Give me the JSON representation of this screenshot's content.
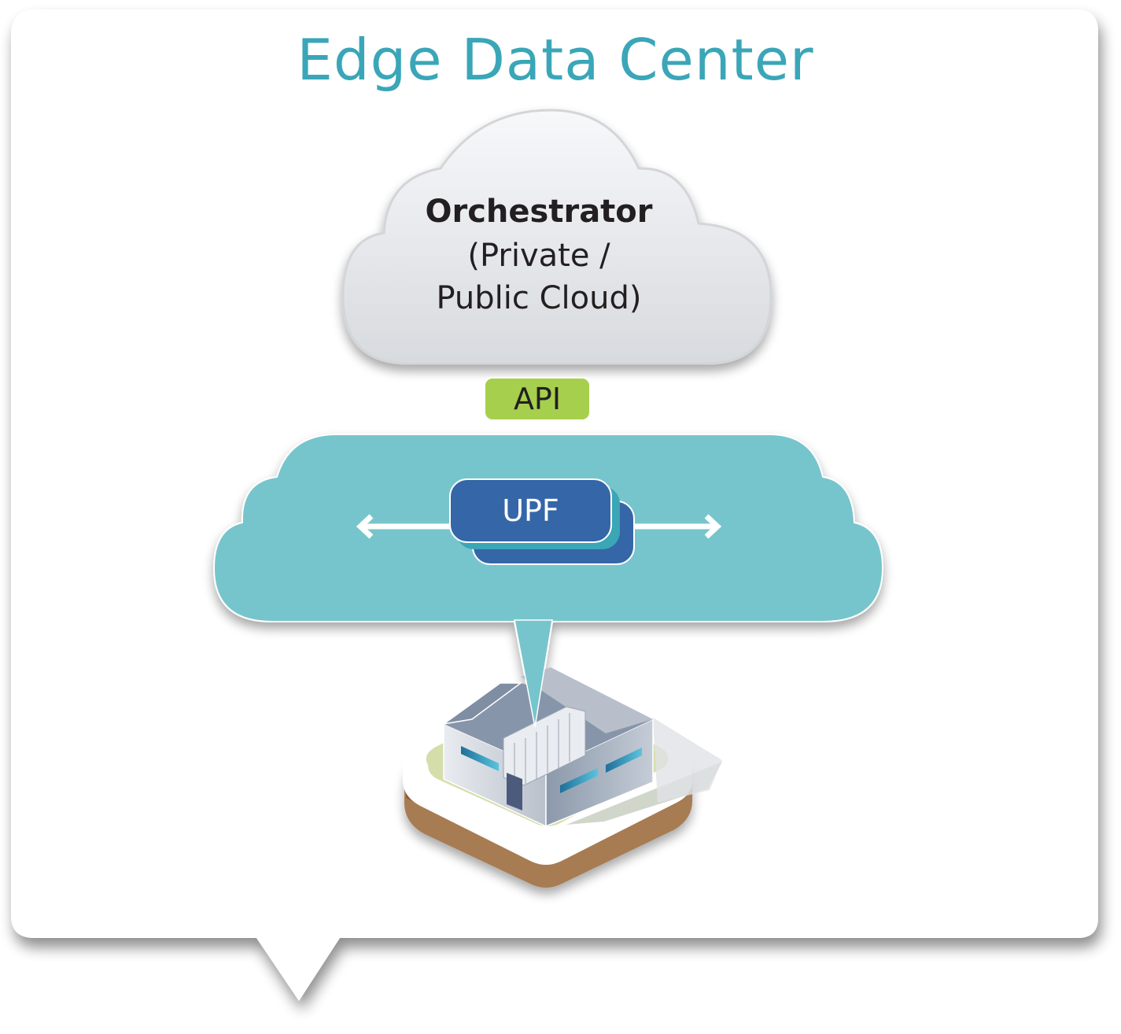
{
  "title": "Edge Data Center",
  "orchestrator": {
    "title": "Orchestrator",
    "subtitle_line1": "(Private /",
    "subtitle_line2": "Public Cloud)"
  },
  "api_badge": {
    "label": "API"
  },
  "edge_cloud": {
    "upf_label": "UPF",
    "arrows": [
      "left",
      "right"
    ]
  },
  "icons": {
    "orchestrator_cloud": "cloud-icon",
    "edge_cloud": "cloud-icon",
    "building": "data-center-building-icon",
    "arrow_left": "arrow-left-icon",
    "arrow_right": "arrow-right-icon"
  },
  "colors": {
    "title": "#3aa6b8",
    "api_badge": "#a6cf4e",
    "edge_cloud": "#77c5cc",
    "upf_box": "#3566a7",
    "upf_shadow": "#3ba6b6",
    "orchestrator_cloud_top": "#f7f8fa",
    "orchestrator_cloud_bottom": "#d7dade",
    "ground_soil": "#a77b52",
    "ground_grass": "#d5deaa"
  }
}
